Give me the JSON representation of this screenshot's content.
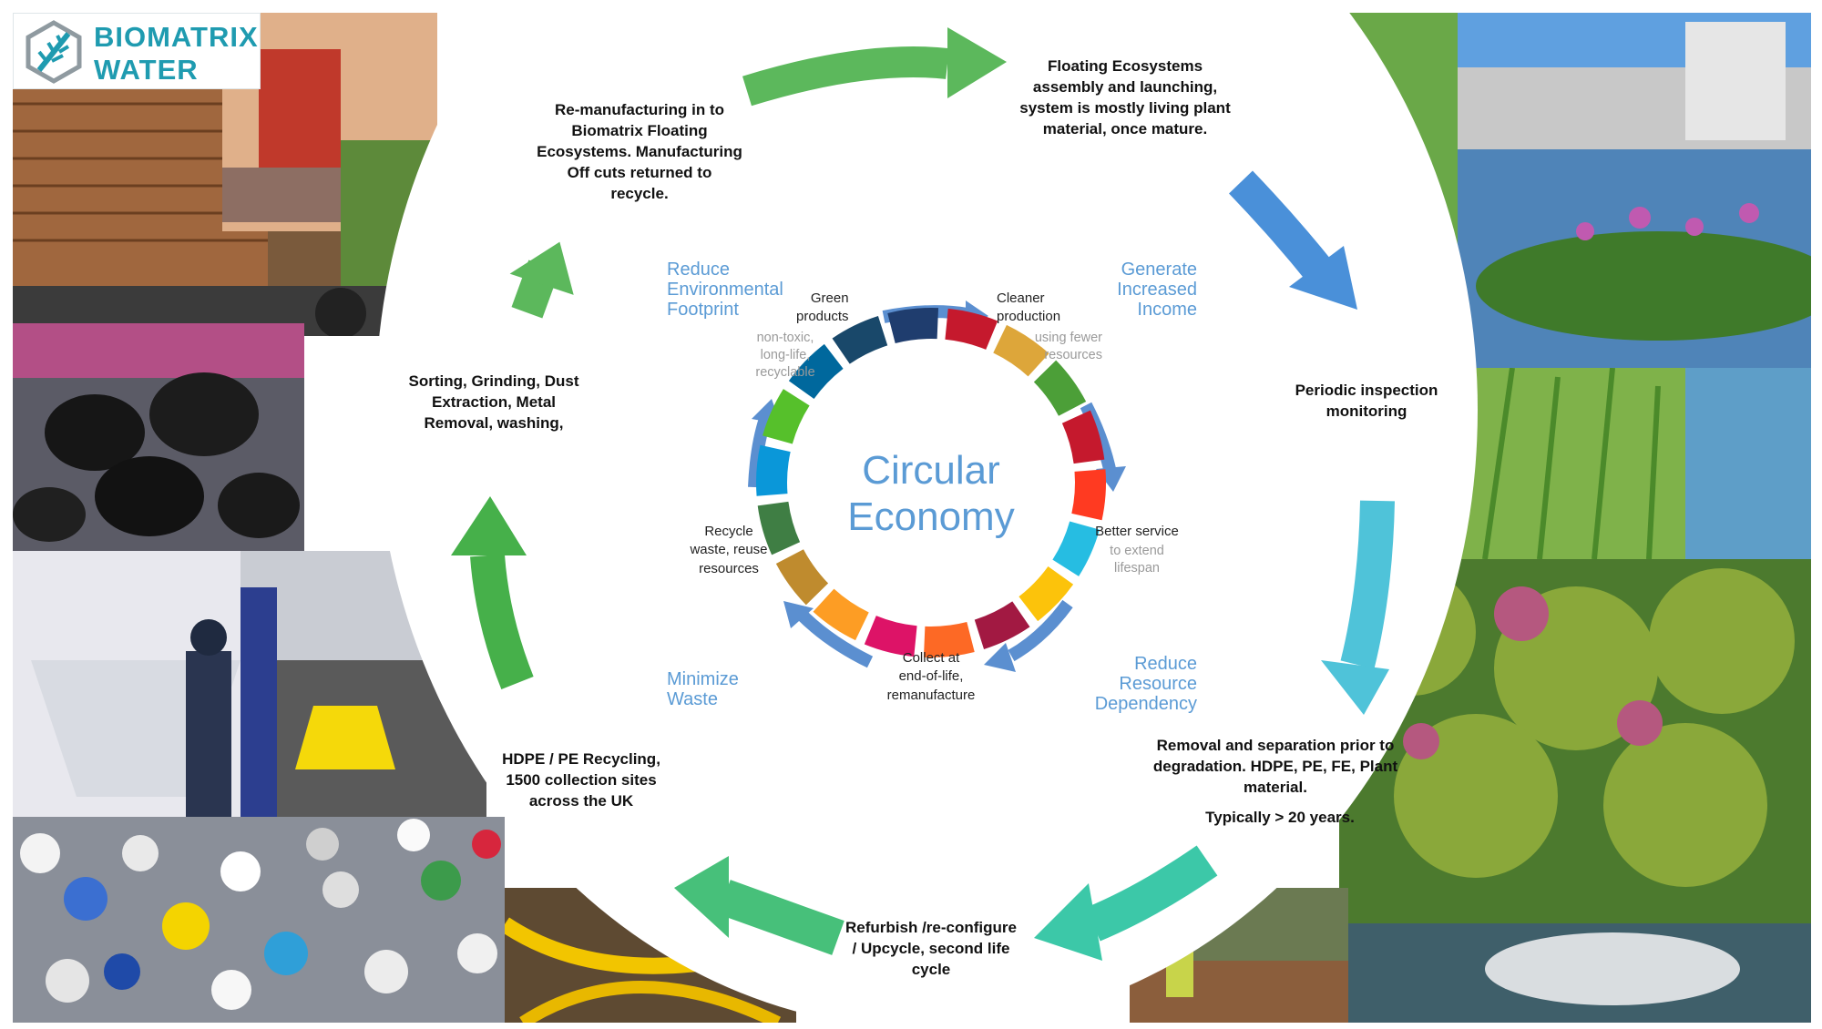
{
  "brand": {
    "line1": "BIOMATRIX",
    "line2": "WATER",
    "color": "#1f9bb0",
    "icon": "biomatrix-logo-icon"
  },
  "center": {
    "title": "Circular\nEconomy",
    "color": "#5b9bd5"
  },
  "outer_cycle": {
    "manufacture": "Re-manufacturing in to\nBiomatrix Floating\nEcosystems. Manufacturing\nOff cuts returned to\nrecycle.",
    "launch": "Floating Ecosystems\nassembly and launching,\nsystem is mostly living plant\nmaterial, once mature.",
    "inspect": "Periodic inspection\nmonitoring",
    "removal": "Removal and separation prior to\ndegradation. HDPE, PE, FE, Plant\nmaterial.",
    "lifespan": "Typically > 20 years.",
    "refurbish": "Refurbish /re-configure\n/  Upcycle, second life\ncycle",
    "recycling": "HDPE / PE  Recycling,\n1500 collection sites\nacross the UK",
    "sorting": "Sorting, Grinding, Dust\nExtraction, Metal\nRemoval, washing,"
  },
  "inner_cycle": {
    "benefits": {
      "footprint": "Reduce\nEnvironmental\nFootprint",
      "income": "Generate\nIncreased\nIncome",
      "dependency": "Reduce\nResource\nDependency",
      "waste": "Minimize\nWaste"
    },
    "steps": {
      "green_title": "Green\nproducts",
      "green_desc": "non-toxic,\nlong-life,\nrecyclable",
      "cleaner_title": "Cleaner\nproduction",
      "cleaner_desc": "using fewer\nresources",
      "service_title": "Better service",
      "service_desc": "to extend\nlifespan",
      "collect_title": "Collect at\nend-of-life,\nremanufacture",
      "recycle_title": "Recycle\nwaste, reuse\nresources"
    }
  },
  "colors": {
    "arrow_green": "#5cb85c",
    "arrow_blue": "#4a90d9",
    "arrow_cyan": "#4fc3d9",
    "arrow_teal": "#3cc8a0",
    "sdg_ring": [
      "#c5192d",
      "#dda63a",
      "#4c9f38",
      "#c5192d",
      "#ff3a21",
      "#26bde2",
      "#fcc30b",
      "#a21942",
      "#fd6925",
      "#dd1367",
      "#fd9d24",
      "#bf8b2e",
      "#3f7e44",
      "#0a97d9",
      "#56c02b",
      "#00689d",
      "#19486a",
      "#1f3d6e"
    ]
  }
}
